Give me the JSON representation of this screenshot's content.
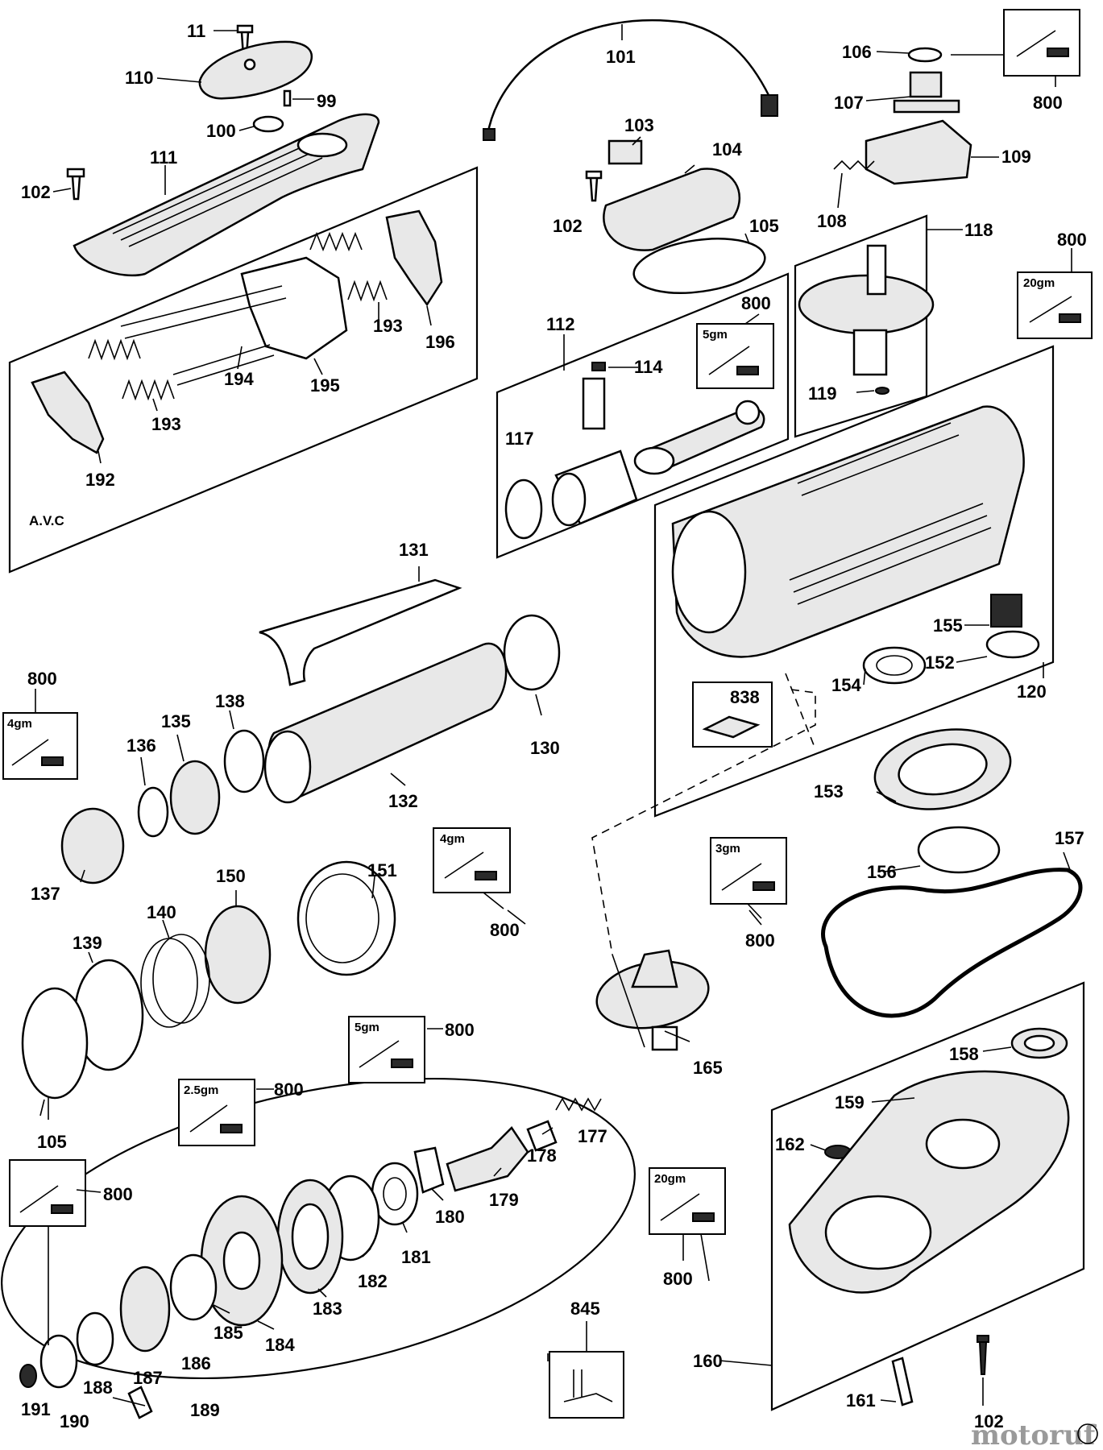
{
  "labels": {
    "p11": "11",
    "p110": "110",
    "p99": "99",
    "p100": "100",
    "p111": "111",
    "p102a": "102",
    "p101": "101",
    "p106": "106",
    "p800a": "800",
    "p107": "107",
    "p109": "109",
    "p103": "103",
    "p104": "104",
    "p102b": "102",
    "p105a": "105",
    "p108": "108",
    "p118": "118",
    "p800b": "800",
    "p193a": "193",
    "p196": "196",
    "p194": "194",
    "p195": "195",
    "p193b": "193",
    "p192": "192",
    "avc": "A.V.C",
    "p112": "112",
    "p800c": "800",
    "p114": "114",
    "p117": "117",
    "p119": "119",
    "p131": "131",
    "p800d": "800",
    "p138": "138",
    "p135": "135",
    "p136": "136",
    "p130": "130",
    "p132": "132",
    "p137": "137",
    "p800e": "800",
    "p155": "155",
    "p152": "152",
    "p154": "154",
    "p120": "120",
    "p838": "838",
    "p153": "153",
    "p157": "157",
    "p156": "156",
    "p800f": "800",
    "p150": "150",
    "p151": "151",
    "p140": "140",
    "p139": "139",
    "p800g": "800",
    "p800h": "800",
    "p105b": "105",
    "p165": "165",
    "p177": "177",
    "p178": "178",
    "p179": "179",
    "p180": "180",
    "p181": "181",
    "p182": "182",
    "p183": "183",
    "p184": "184",
    "p185": "185",
    "p186": "186",
    "p187": "187",
    "p188": "188",
    "p189": "189",
    "p190": "190",
    "p191": "191",
    "p800i": "800",
    "p158": "158",
    "p159": "159",
    "p162": "162",
    "p800j": "800",
    "p160": "160",
    "p161": "161",
    "p102c": "102",
    "p845": "845"
  },
  "grease": {
    "g20a": "20gm",
    "g5a": "5gm",
    "g4a": "4gm",
    "g4b": "4gm",
    "g3": "3gm",
    "g5b": "5gm",
    "g25": "2.5gm",
    "g20b": "20gm"
  },
  "watermark": "motoruf"
}
